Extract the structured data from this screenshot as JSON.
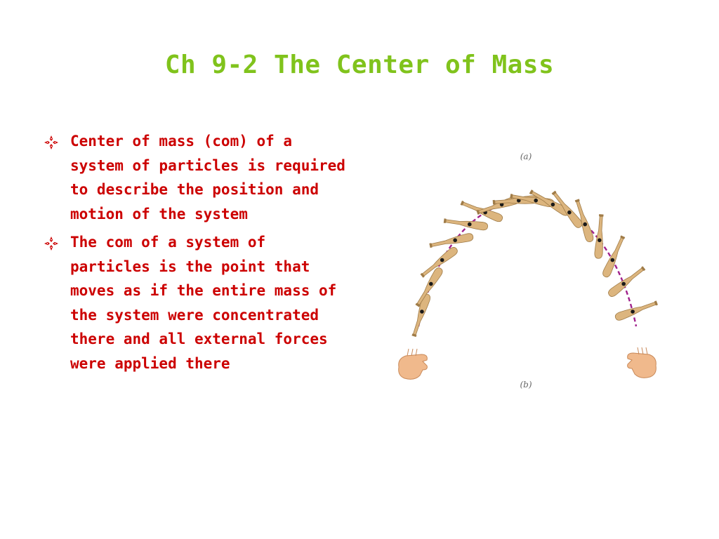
{
  "slide": {
    "title": "Ch 9-2 The Center of Mass"
  },
  "bullets": [
    {
      "icon": "diamond-bullet-icon",
      "text": "Center of mass (com) of a system of particles is required to describe the position and motion of the system"
    },
    {
      "icon": "diamond-bullet-icon",
      "text": "The com of a system of particles is the point that moves as if the entire mass of the system were concentrated there and all external forces were applied there"
    }
  ],
  "figure": {
    "label_a": "(a)",
    "label_b": "(b)",
    "colors": {
      "bat": "#dcb57e",
      "bat_outline": "#a07c48",
      "trajectory": "#a0218c",
      "com_dot": "#1a1a1a",
      "hand": "#f0b98c"
    }
  },
  "colors": {
    "title": "#80c31c",
    "body_text": "#cc0000",
    "bullet": "#cc0000"
  }
}
